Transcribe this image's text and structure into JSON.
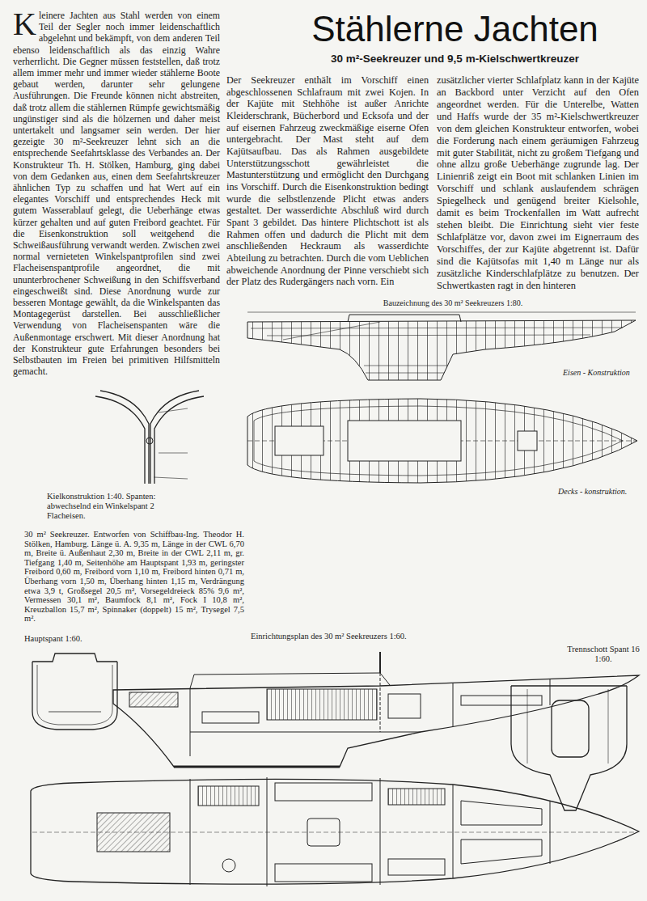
{
  "diagram": {
    "title": "Stählerne Jachten",
    "labels": [
      "30 m²-Seekreuzer und 9,5 m-Kielschwertkreuzer",
      "Kleinere Jachten aus Stahl werden von einem Teil der Segler noch immer leidenschaftlich abgelehnt und bekämpft, von dem anderen Teil ebenso leidenschaftlich als das einzig Wahre verherrlicht. Die Gegner müssen feststellen, daß trotz allem immer mehr und immer wieder stählerne Boote gebaut werden, darunter sehr gelungene Ausführungen. Die Freunde können nicht abstreiten, daß trotz allem die stählernen Rümpfe gewichtsmäßig ungünstiger sind als die hölzernen und daher meist untertakelt und langsamer sein werden. Der hier gezeigte 30 m²-Seekreuzer lehnt sich an die entsprechende Seefahrtsklasse des Verbandes an. Der Konstrukteur Th. H. Stölken, Hamburg, ging dabei von dem Gedanken aus, einen dem Seefahrtskreuzer ähnlichen Typ zu schaffen und hat Wert auf ein elegantes Vorschiff und entsprechendes Heck mit gutem Wasserablauf gelegt, die Ueberhänge etwas kürzer gehalten und auf guten Freibord geachtet. Für die Eisenkonstruktion soll weitgehend die Schweißausführung verwandt werden. Zwischen zwei normal vernieteten Winkelspantprofilen sind zwei Flacheisenspantprofile angeordnet, die mit ununterbrochener Schweißung in den Schiffsverband eingeschweißt sind. Diese Anordnung wurde zur besseren Montage gewählt, da die Winkelspanten das Montagegerüst darstellen. Bei ausschließlicher Verwendung von Flacheisenspanten wäre die Außenmontage erschwert. Mit dieser Anordnung hat der Konstrukteur gute Erfahrungen besonders bei Selbstbauten im Freien bei primitiven Hilfsmitteln gemacht.",
      "Der Seekreuzer enthält im Vorschiff einen abgeschlossenen Schlafraum mit zwei Kojen. In der Kajüte mit Stehhöhe ist außer Anrichte Kleiderschrank, Bücherbord und Ecksofa und der auf eisernen Fahrzeug zweckmäßige eiserne Ofen untergebracht. Der Mast steht auf dem Kajütsaufbau. Das als Rahmen ausgebildete Unterstützungsschott gewährleistet die Mastunterstützung und ermöglicht den Durchgang ins Vorschiff. Durch die Eisenkonstruktion bedingt wurde die selbstlenzende Plicht etwas anders gestaltet. Der wasserdichte Abschluß wird durch Spant 3 gebildet. Das hintere Plichtschott ist als Rahmen offen und dadurch die Plicht mit dem anschließenden Heckraum als wasserdichte Abteilung zu betrachten. Durch die vom Ueblichen abweichende Anordnung der Pinne verschiebt sich der Platz des Rudergängers nach vorn. Ein",
      "zusätzlicher vierter Schlafplatz kann in der Kajüte an Backbord unter Verzicht auf den Ofen angeordnet werden. Für die Unterelbe, Watten und Haffs wurde der 35 m²-Kielschwertkreuzer von dem gleichen Konstrukteur entworfen, wobei die Forderung nach einem geräumigen Fahrzeug mit guter Stabilität, nicht zu großem Tiefgang und ohne allzu große Ueberhänge zugrunde lag. Der Linienriß zeigt ein Boot mit schlanken Linien im Vorschiff und schlank auslaufendem schrägen Spiegelheck und genügend breiter Kielsohle, damit es beim Trockenfallen im Watt aufrecht stehen bleibt. Die Einrichtung sieht vier feste Schlafplätze vor, davon zwei im Eignerraum des Vorschiffes, der zur Kajüte abgetrennt ist. Dafür sind die Kajütsofas mit 1,40 m Länge nur als zusätzliche Kinderschlafplätze zu benutzen. Der Schwertkasten ragt in den hinteren",
      "Bauzeichnung des 30 m² Seekreuzers 1:80.",
      "Eisen - Konstruktion",
      "Decks - konstruktion.",
      "Kielkonstruktion 1:40. Spanten: abwechselnd ein Winkelspant 2 Flacheisen.",
      "30 m² Seekreuzer. Entworfen von Schiffbau-Ing. Theodor H. Stölken, Hamburg. Länge ü. A. 9,35 m, Länge in der CWL 6,70 m, Breite ü. Außenhaut 2,30 m, Breite in der CWL 2,11 m, gr. Tiefgang 1,40 m, Seitenhöhe am Hauptspant 1,93 m, geringster Freibord 0,60 m, Freibord vorn 1,10 m, Freibord hinten 0,71 m, Überhang vorn 1,50 m, Überhang hinten 1,15 m, Verdrängung etwa 3,9 t, Großsegel 20,5 m², Vorsegeldreieck 85% 9,6 m², Vermessen 30,1 m², Baumfock 8,1 m², Fock I 10,8 m², Kreuzballon 15,7 m², Spinnaker (doppelt) 15 m², Trysegel 7,5 m².",
      "Einrichtungsplan des 30 m² Seekreuzers 1:60.",
      "Hauptspant 1:60.",
      "Trennschott Spant 16 1:60."
    ]
  }
}
